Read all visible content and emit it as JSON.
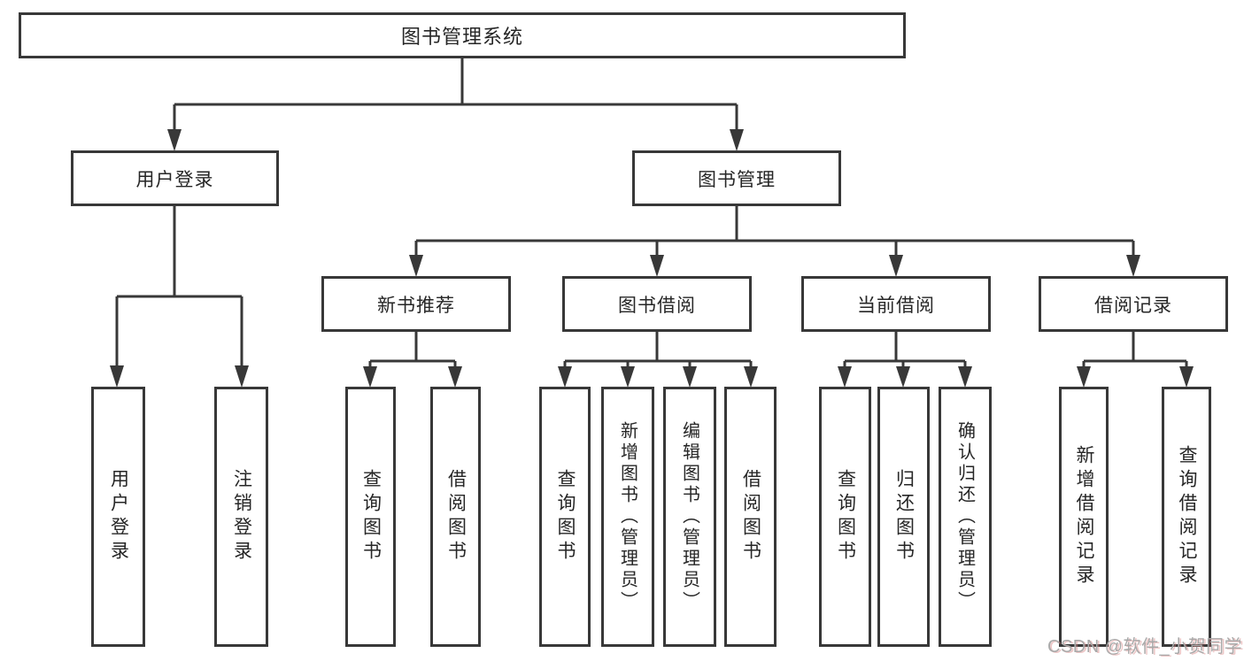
{
  "tree": {
    "root": {
      "label": "图书管理系统",
      "children": [
        {
          "label": "用户登录",
          "children": [
            {
              "label": "用户登录"
            },
            {
              "label": "注销登录"
            }
          ]
        },
        {
          "label": "图书管理",
          "children": [
            {
              "label": "新书推荐",
              "children": [
                {
                  "label": "查询图书"
                },
                {
                  "label": "借阅图书"
                }
              ]
            },
            {
              "label": "图书借阅",
              "children": [
                {
                  "label": "查询图书"
                },
                {
                  "label": "新增图书（管理员）"
                },
                {
                  "label": "编辑图书（管理员）"
                },
                {
                  "label": "借阅图书"
                }
              ]
            },
            {
              "label": "当前借阅",
              "children": [
                {
                  "label": "查询图书"
                },
                {
                  "label": "归还图书"
                },
                {
                  "label": "确认归还（管理员）"
                }
              ]
            },
            {
              "label": "借阅记录",
              "children": [
                {
                  "label": "新增借阅记录"
                },
                {
                  "label": "查询借阅记录"
                }
              ]
            }
          ]
        }
      ]
    }
  },
  "watermark": {
    "text": "CSDN @软件_小贺同学"
  },
  "colors": {
    "line": "#383838",
    "text": "#262626",
    "box_background": "#ffffff",
    "watermark_gray": "#a9a9a9"
  }
}
